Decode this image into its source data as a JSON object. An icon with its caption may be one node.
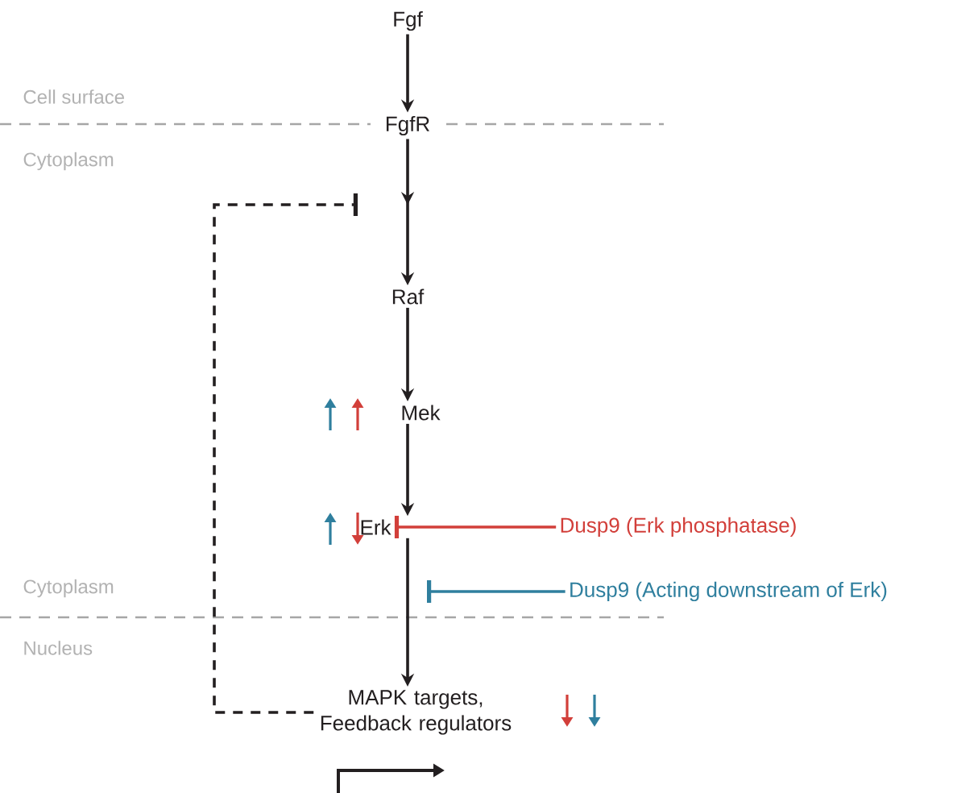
{
  "diagram": {
    "nodes": [
      {
        "text": [
          "Fgf"
        ]
      },
      {
        "text": [
          "FgfR"
        ]
      },
      {
        "text": [
          "Raf"
        ]
      },
      {
        "text": [
          "Mek"
        ]
      },
      {
        "text": [
          "Erk"
        ]
      },
      {
        "text": [
          "Dusp9 (Erk phosphatase)"
        ]
      },
      {
        "text": [
          "Dusp9 (Acting downstream of Erk)"
        ]
      },
      {
        "text": [
          "MAPK targets, Feedback regulators"
        ]
      }
    ],
    "edges": [
      {
        "from": 0,
        "to": 1,
        "arrow": "to"
      },
      {
        "from": 1,
        "to": 2,
        "arrow": "to"
      },
      {
        "from": 2,
        "to": 3,
        "arrow": "to"
      },
      {
        "from": 3,
        "to": 4,
        "arrow": "to"
      },
      {
        "from": 4,
        "to": 7,
        "arrow": "to"
      },
      {
        "from": 5,
        "to": 4,
        "arrow": "other",
        "color": "#d23f3a"
      },
      {
        "from": 6,
        "to": null,
        "arrow": "other",
        "color": "#2f7f9e"
      },
      {
        "from": 7,
        "to": null,
        "arrow": "other",
        "style": "dashed"
      }
    ],
    "labels": [
      "Cell surface",
      "Cytoplasm",
      "Cytoplasm",
      "Nucleus"
    ]
  }
}
